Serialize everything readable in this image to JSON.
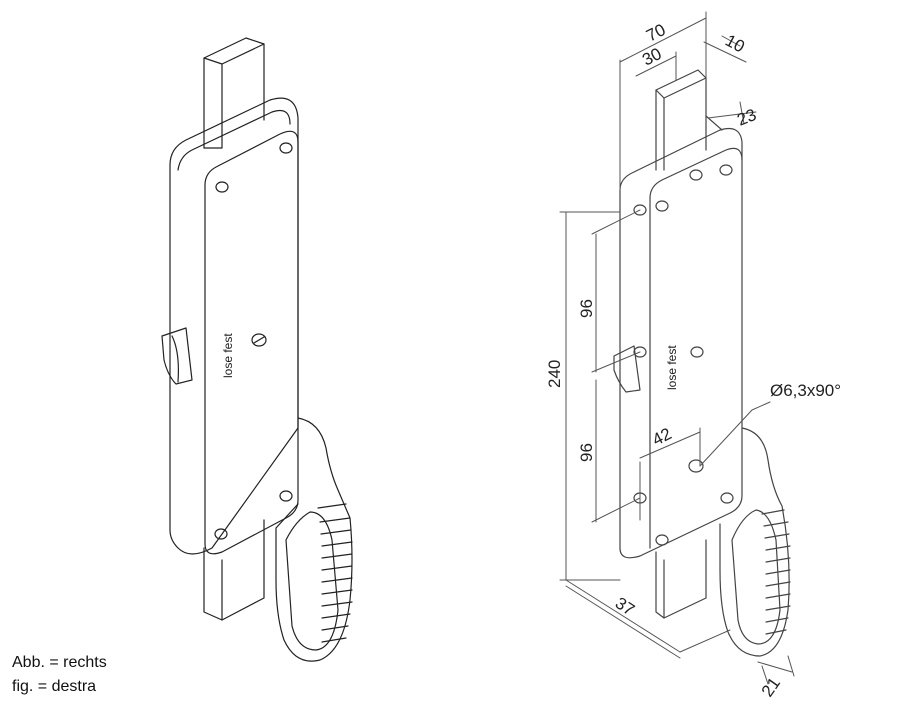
{
  "dimensions": {
    "top_width": "70",
    "bar_width": "30",
    "bar_offset": "10",
    "body_depth": "23",
    "height": "240",
    "hole_spacing_upper": "96",
    "hole_spacing_lower": "96",
    "hole_offset": "42",
    "hole_spec": "Ø6,3x90°",
    "base_depth": "37",
    "handle_width": "21"
  },
  "plate_text": {
    "left_view": "lose fest",
    "right_view": "lose fest"
  },
  "caption": {
    "line1": "Abb. = rechts",
    "line2": "fig. = destra"
  }
}
